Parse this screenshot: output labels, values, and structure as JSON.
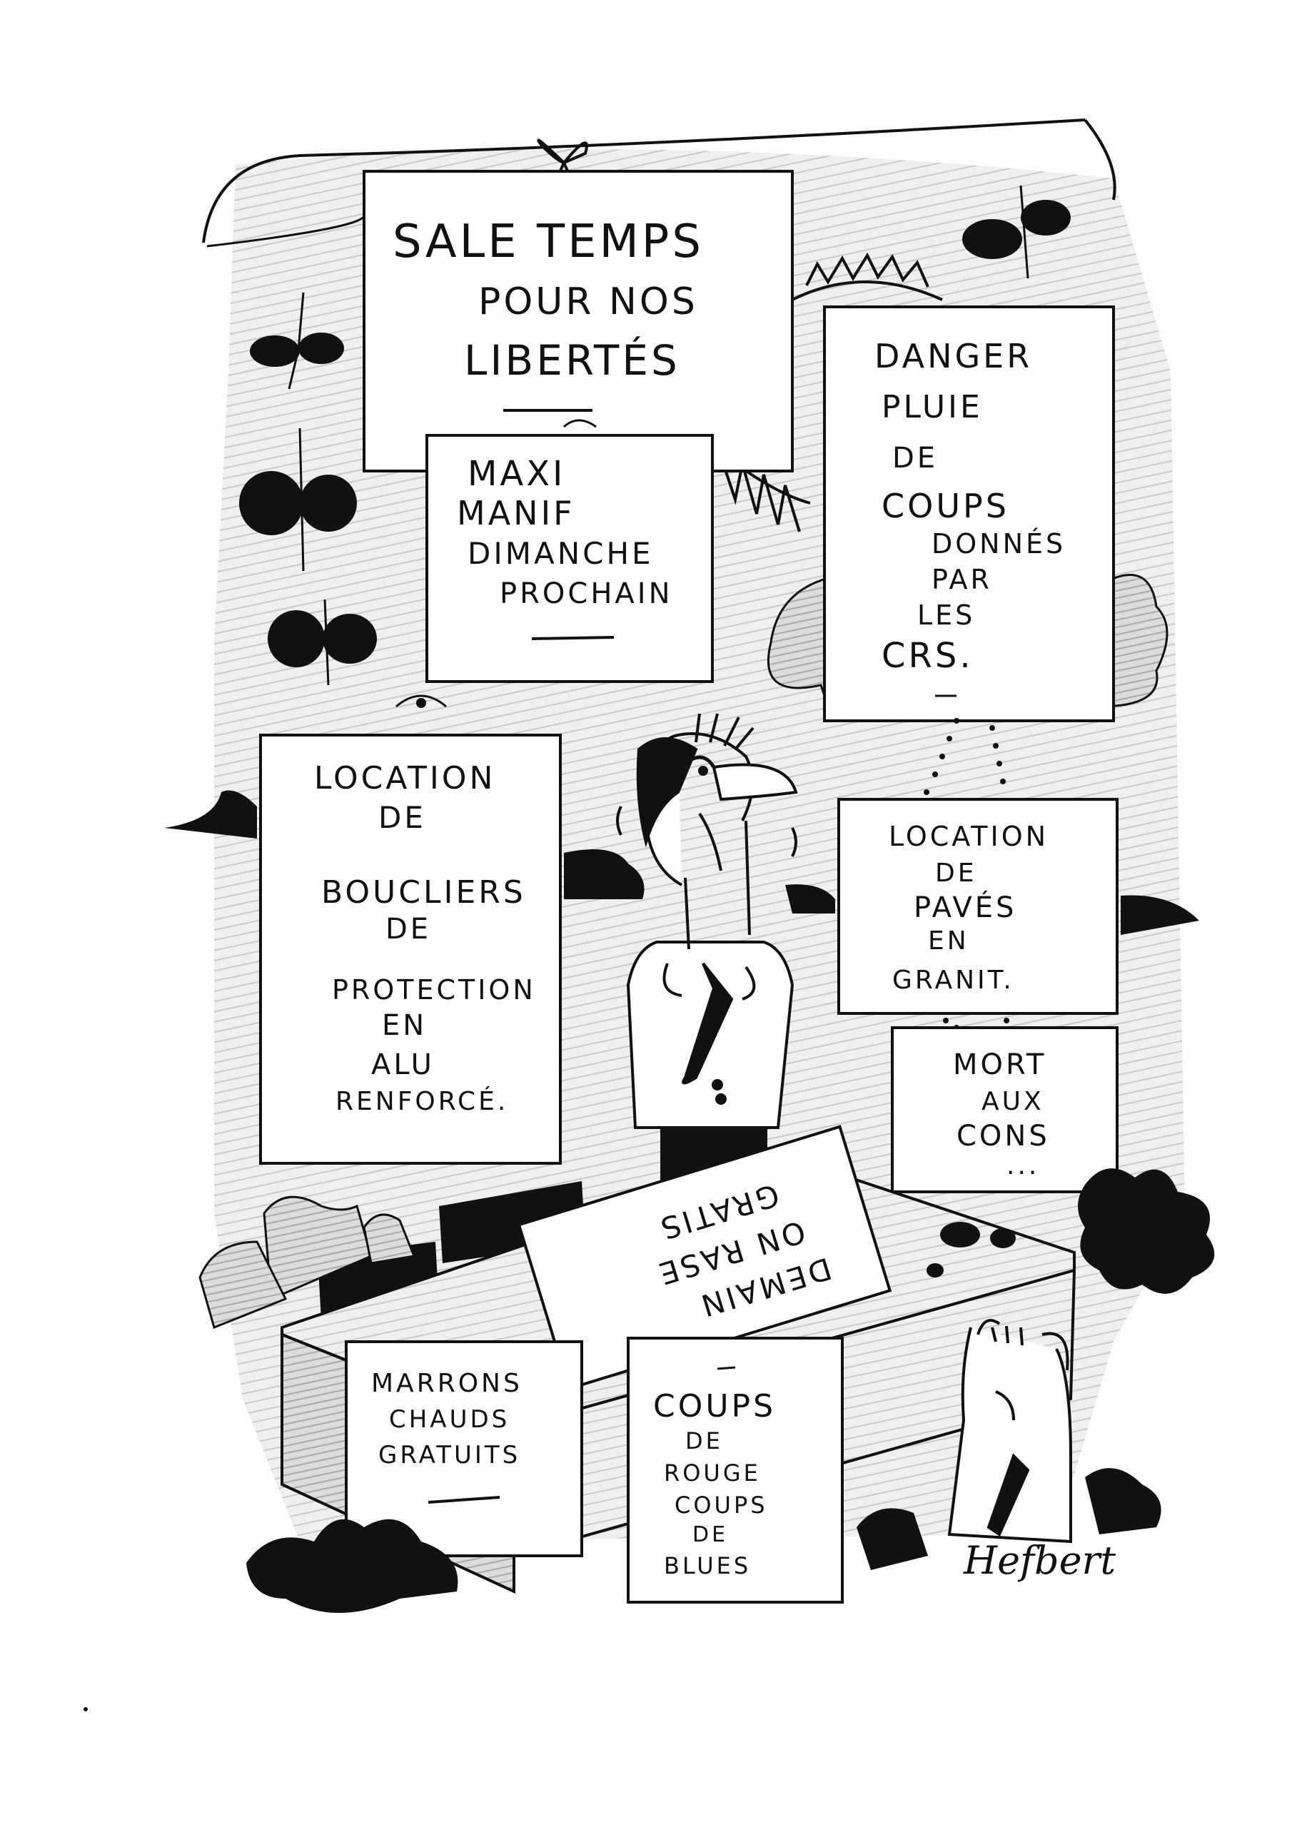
{
  "signs": {
    "sale_temps": [
      "SALE TEMPS",
      "POUR NOS",
      "LIBERTÉS"
    ],
    "maxi_manif": [
      "MAXI",
      "MANIF",
      "DIMANCHE",
      "PROCHAIN"
    ],
    "danger_pluie": [
      "DANGER",
      "PLUIE",
      "DE",
      "COUPS",
      "DONNÉS",
      "PAR",
      "LES",
      "CRS."
    ],
    "location_boucliers": [
      "LOCATION",
      "DE",
      "BOUCLIERS",
      "DE",
      "PROTECTION",
      "EN",
      "ALU",
      "RENFORCÉ."
    ],
    "location_paves": [
      "LOCATION",
      "DE",
      "PAVÉS",
      "EN",
      "GRANIT."
    ],
    "mort_aux_cons": [
      "MORT",
      "AUX",
      "CONS",
      "..."
    ],
    "demain_on_rase": [
      "DEMAIN",
      "ON RASE",
      "GRATIS"
    ],
    "marrons_chauds": [
      "MARRONS",
      "CHAUDS",
      "GRATUITS"
    ],
    "coups_de_rouge": [
      "COUPS",
      "DE",
      "ROUGE",
      "COUPS",
      "DE",
      "BLUES"
    ]
  },
  "signature": "Hefbert",
  "colors": {
    "ink": "#111111",
    "wash": "#d6d6d6",
    "paper": "#fdfdfd"
  }
}
